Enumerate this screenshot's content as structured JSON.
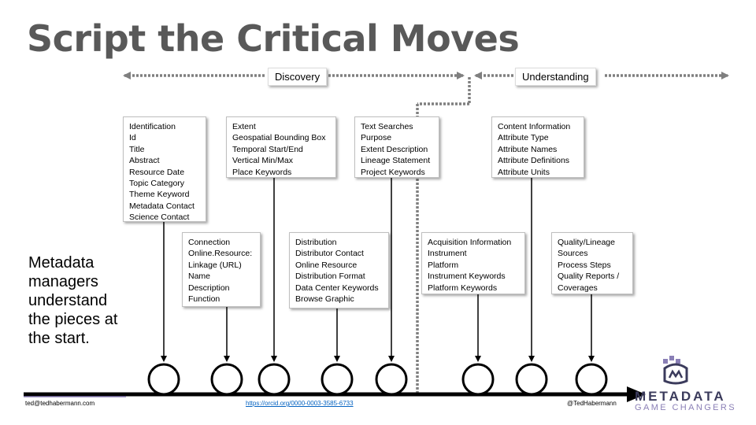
{
  "title": "Script the Critical Moves",
  "phases": {
    "discovery": "Discovery",
    "understanding": "Understanding"
  },
  "boxes": [
    {
      "head": "Identification",
      "items": [
        "Id",
        "Title",
        "Abstract",
        "Resource Date",
        "Topic Category",
        "Theme Keyword",
        "Metadata Contact",
        "Science Contact"
      ]
    },
    {
      "head": "Extent",
      "items": [
        "Geospatial Bounding Box",
        "Temporal Start/End",
        "Vertical Min/Max",
        "Place Keywords"
      ]
    },
    {
      "head": "Text Searches",
      "items": [
        "Purpose",
        "Extent Description",
        "Lineage Statement",
        "Project Keywords"
      ]
    },
    {
      "head": "Content Information",
      "items": [
        "Attribute Type",
        "Attribute Names",
        "Attribute Definitions",
        "Attribute Units"
      ]
    },
    {
      "head": "Connection",
      "items": [
        "Online.Resource:",
        "Linkage (URL)",
        "Name",
        "Description",
        "Function"
      ]
    },
    {
      "head": "Distribution",
      "items": [
        "Distributor Contact",
        "Online Resource",
        "Distribution Format",
        "Data Center Keywords",
        "Browse Graphic"
      ]
    },
    {
      "head": "Acquisition Information",
      "items": [
        "Instrument",
        "Platform",
        "Instrument Keywords",
        "Platform Keywords"
      ]
    },
    {
      "head": "Quality/Lineage",
      "items": [
        "Sources",
        "Process Steps",
        "Quality Reports /",
        "Coverages"
      ]
    }
  ],
  "note": "Metadata managers understand the pieces at the start.",
  "footer": {
    "email": "ted@tedhabermann.com",
    "link": "https://orcid.org/0000-0003-3585-6733",
    "handle": "@TedHabermann"
  },
  "logo": {
    "line1": "METADATA",
    "line2": "GAME CHANGERS"
  },
  "colors": {
    "title": "#595959",
    "dotted": "#7f7f7f",
    "accent": "#8a7fb6"
  },
  "icons": [
    "double-arrow-icon",
    "timeline-arrow-icon",
    "circle-node-icon",
    "metadata-logo-icon"
  ]
}
